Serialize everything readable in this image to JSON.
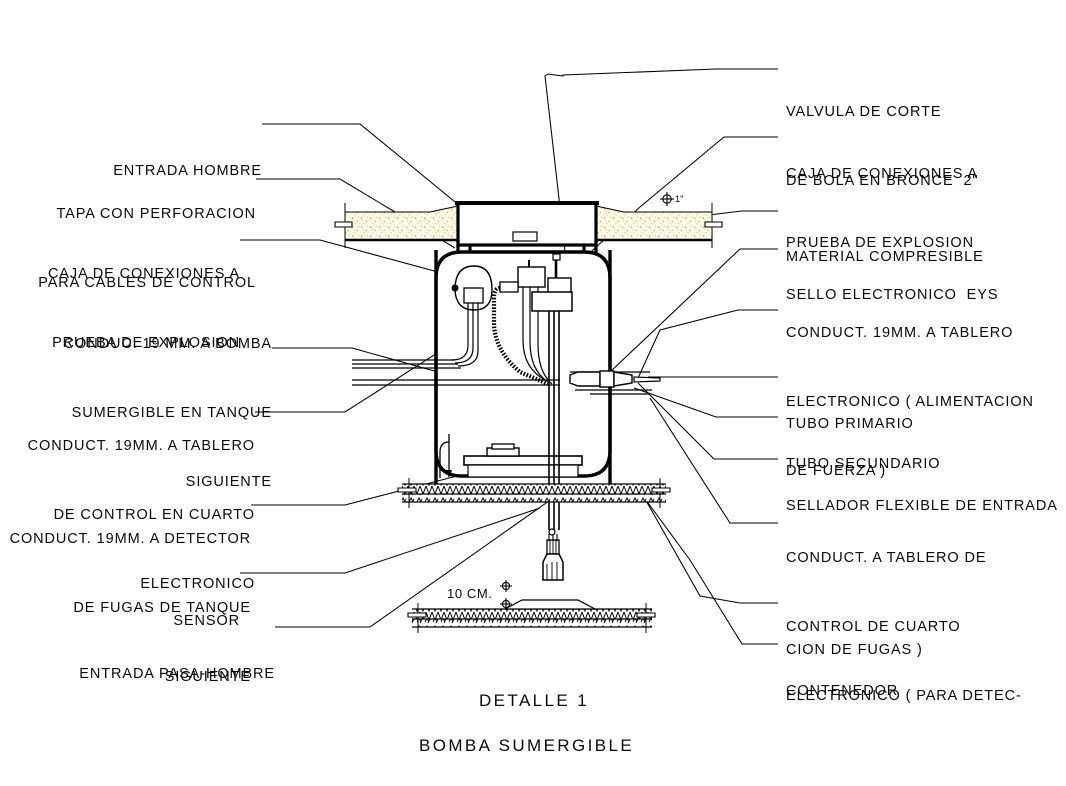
{
  "drawing": {
    "title_line1": "DETALLE 1",
    "title_line2": "BOMBA SUMERGIBLE",
    "dimension_10cm": "10 CM.",
    "dimension_1in": "1\"",
    "colors": {
      "line": "#000000",
      "sand_fill": "#fdfbe8",
      "sand_stipple": "#b8a830",
      "paper": "#ffffff"
    }
  },
  "labels_left": [
    {
      "id": "entrada-hombre",
      "lines": [
        "ENTRADA HOMBRE"
      ]
    },
    {
      "id": "tapa-perforacion",
      "lines": [
        "TAPA CON PERFORACION",
        "PARA CABLES DE CONTROL"
      ]
    },
    {
      "id": "caja-conexiones-izq",
      "lines": [
        "CAJA DE CONEXIONES A",
        "PRUEBA DE EXPLOSION"
      ]
    },
    {
      "id": "conduc-bomba",
      "lines": [
        "CONDUC. 19 MM. A BOMBA",
        "SUMERGIBLE EN TANQUE",
        "SIGUIENTE"
      ]
    },
    {
      "id": "conduct-tablero-ctrl",
      "lines": [
        "CONDUCT. 19MM. A TABLERO",
        "DE CONTROL EN CUARTO",
        "ELECTRONICO"
      ]
    },
    {
      "id": "conduct-detector",
      "lines": [
        "CONDUCT. 19MM. A DETECTOR",
        "DE FUGAS DE TANQUE",
        "SIGUIENTE"
      ]
    },
    {
      "id": "sensor",
      "lines": [
        "SENSOR"
      ]
    },
    {
      "id": "entrada-pasa-hombre",
      "lines": [
        "ENTRADA PASA-HOMBRE"
      ]
    }
  ],
  "labels_right": [
    {
      "id": "valvula-corte",
      "lines": [
        "VALVULA DE CORTE",
        "DE BOLA EN BRONCE  2\""
      ]
    },
    {
      "id": "caja-conexiones-der",
      "lines": [
        "CAJA DE CONEXIONES A",
        "PRUEBA DE EXPLOSION"
      ]
    },
    {
      "id": "material-compresible",
      "lines": [
        "MATERIAL COMPRESIBLE"
      ]
    },
    {
      "id": "sello-electronico",
      "lines": [
        "SELLO ELECTRONICO  EYS"
      ]
    },
    {
      "id": "conduct-tablero-elec",
      "lines": [
        "CONDUCT. 19MM. A TABLERO",
        "ELECTRONICO ( ALIMENTACION",
        "DE FUERZA )"
      ]
    },
    {
      "id": "tubo-primario",
      "lines": [
        "TUBO PRIMARIO"
      ]
    },
    {
      "id": "tubo-secundario",
      "lines": [
        "TUBO SECUNDARIO"
      ]
    },
    {
      "id": "sellador-flexible",
      "lines": [
        "SELLADOR FLEXIBLE DE ENTRADA"
      ]
    },
    {
      "id": "conduct-tablero-detec",
      "lines": [
        "CONDUCT. A TABLERO DE",
        "CONTROL DE CUARTO",
        "ELECTRONICO ( PARA DETEC-"
      ]
    },
    {
      "id": "cion-de-fugas",
      "lines": [
        "CION DE FUGAS )"
      ]
    },
    {
      "id": "contenedor",
      "lines": [
        "CONTENEDOR"
      ]
    }
  ]
}
